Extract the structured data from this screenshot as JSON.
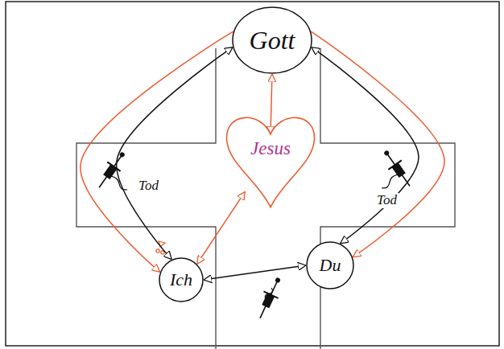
{
  "diagram": {
    "nodes": [
      {
        "text": [
          "Gott"
        ]
      },
      {
        "text": [
          "Jesus"
        ]
      },
      {
        "text": [
          "Ich"
        ]
      },
      {
        "text": [
          "Du"
        ]
      }
    ],
    "edges": [
      {
        "from": 0,
        "to": 2,
        "arrow": "both"
      },
      {
        "from": 0,
        "to": 3,
        "arrow": "both"
      },
      {
        "from": 2,
        "to": 3,
        "arrow": "both"
      },
      {
        "from": 0,
        "to": 2,
        "arrow": "to"
      },
      {
        "from": 0,
        "to": 3,
        "arrow": "to"
      },
      {
        "from": 0,
        "to": 1,
        "arrow": "both"
      },
      {
        "from": 1,
        "to": 2,
        "arrow": "both"
      }
    ],
    "labels": [
      "Tod",
      "Tod"
    ]
  }
}
